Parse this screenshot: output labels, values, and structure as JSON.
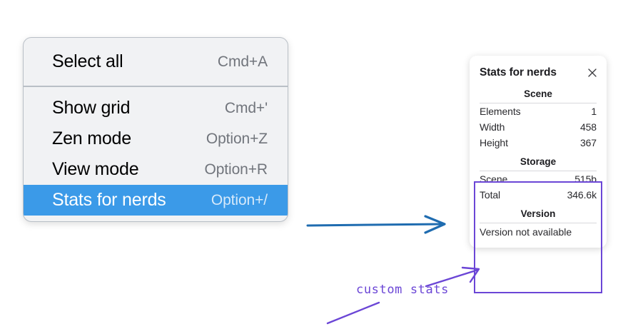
{
  "context_menu": {
    "groups": [
      {
        "items": [
          {
            "label": "Select all",
            "shortcut": "Cmd+A",
            "selected": false
          }
        ]
      },
      {
        "items": [
          {
            "label": "Show grid",
            "shortcut": "Cmd+'",
            "selected": false
          },
          {
            "label": "Zen mode",
            "shortcut": "Option+Z",
            "selected": false
          },
          {
            "label": "View mode",
            "shortcut": "Option+R",
            "selected": false
          },
          {
            "label": "Stats for nerds",
            "shortcut": "Option+/",
            "selected": true
          }
        ]
      }
    ],
    "selected_bg": "#3b9ae8"
  },
  "stats_panel": {
    "title": "Stats for nerds",
    "close_icon": "close-icon",
    "sections": [
      {
        "heading": "Scene",
        "rows": [
          {
            "key": "Elements",
            "value": "1"
          },
          {
            "key": "Width",
            "value": "458"
          },
          {
            "key": "Height",
            "value": "367"
          }
        ]
      },
      {
        "heading": "Storage",
        "rows": [
          {
            "key": "Scene",
            "value": "515b"
          },
          {
            "key": "Total",
            "value": "346.6k"
          }
        ]
      },
      {
        "heading": "Version",
        "single": "Version not available"
      }
    ]
  },
  "annotations": {
    "custom_stats_label": "custom stats",
    "purple": "#6b46d6",
    "blue_arrow_color": "#1f6cb0"
  }
}
